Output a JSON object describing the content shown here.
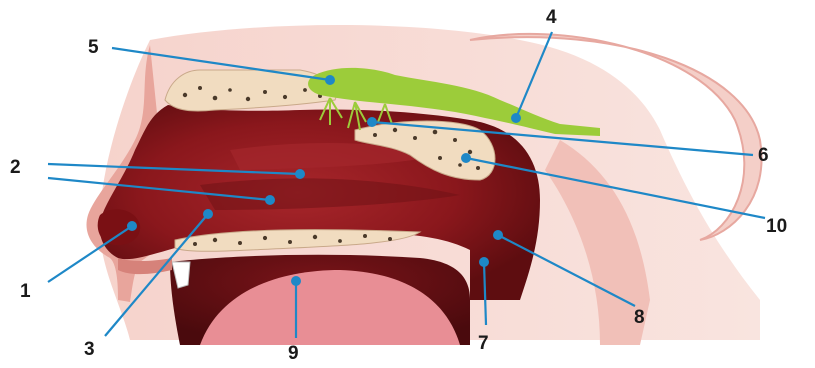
{
  "labels": [
    {
      "id": "1",
      "text": "1"
    },
    {
      "id": "2",
      "text": "2"
    },
    {
      "id": "3",
      "text": "3"
    },
    {
      "id": "4",
      "text": "4"
    },
    {
      "id": "5",
      "text": "5"
    },
    {
      "id": "6",
      "text": "6"
    },
    {
      "id": "7",
      "text": "7"
    },
    {
      "id": "8",
      "text": "8"
    },
    {
      "id": "9",
      "text": "9"
    },
    {
      "id": "10",
      "text": "10"
    }
  ],
  "colors": {
    "leader": "#1e88c7",
    "skin": "#f2c6bf",
    "cavity": "#8e1a1e",
    "bone": "#f1dcc0",
    "nerve": "#9ccc3a"
  }
}
